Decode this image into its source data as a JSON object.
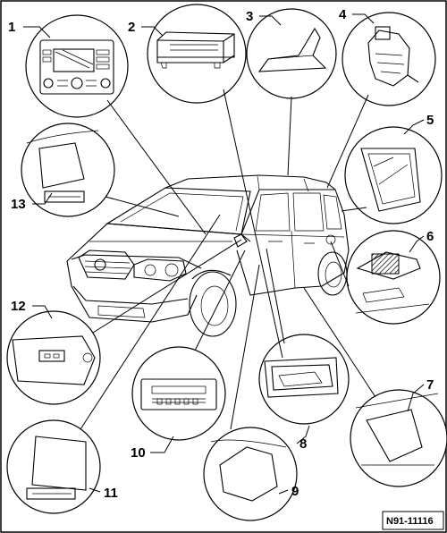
{
  "diagram": {
    "reference": "N91-11116",
    "callouts": [
      {
        "id": "c1",
        "number": "1"
      },
      {
        "id": "c2",
        "number": "2"
      },
      {
        "id": "c3",
        "number": "3"
      },
      {
        "id": "c4",
        "number": "4"
      },
      {
        "id": "c5",
        "number": "5"
      },
      {
        "id": "c6",
        "number": "6"
      },
      {
        "id": "c7",
        "number": "7"
      },
      {
        "id": "c8",
        "number": "8"
      },
      {
        "id": "c9",
        "number": "9"
      },
      {
        "id": "c10",
        "number": "10"
      },
      {
        "id": "c11",
        "number": "11"
      },
      {
        "id": "c12",
        "number": "12"
      },
      {
        "id": "c13",
        "number": "13"
      }
    ]
  }
}
